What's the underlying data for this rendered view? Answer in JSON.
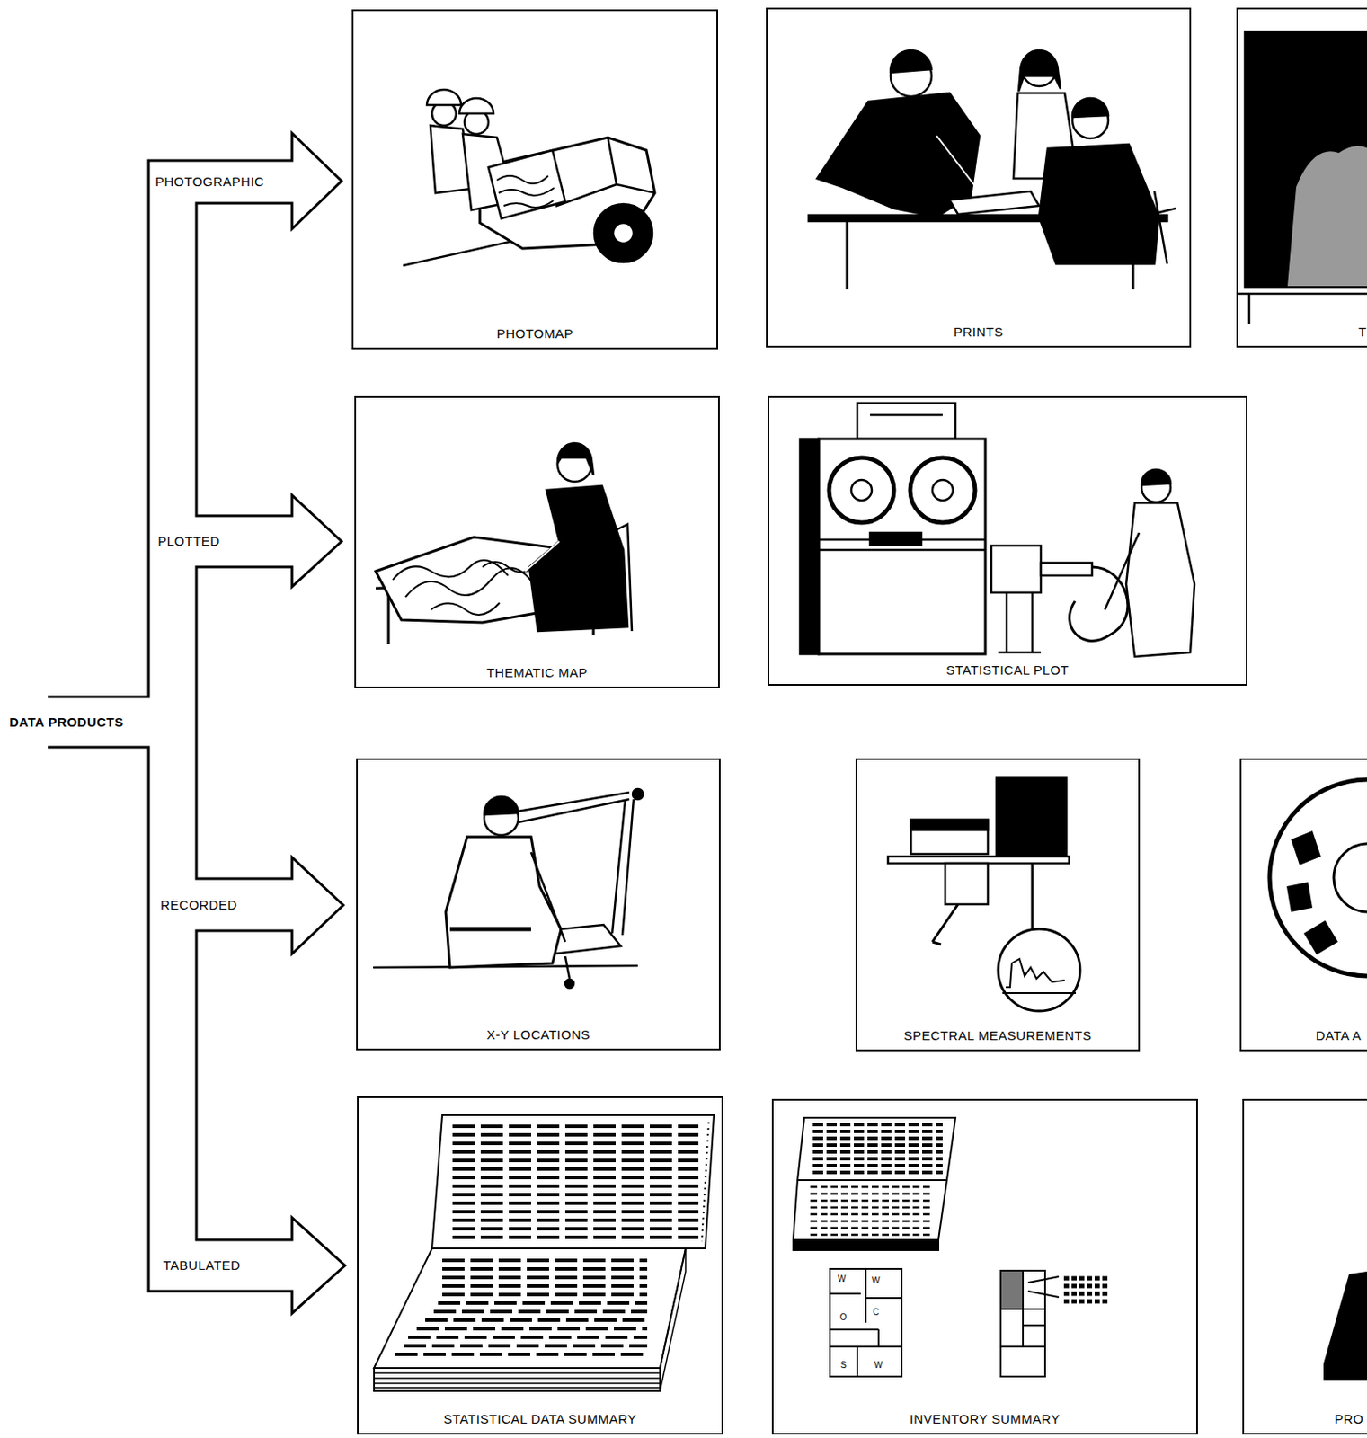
{
  "diagram": {
    "nodes": [
      {
        "text": [
          "PHOTOMAP"
        ]
      },
      {
        "text": [
          "PRINTS"
        ]
      },
      {
        "text": [
          "T"
        ]
      },
      {
        "text": [
          "THEMATIC MAP"
        ]
      },
      {
        "text": [
          "STATISTICAL PLOT"
        ]
      },
      {
        "text": [
          "X-Y LOCATIONS"
        ]
      },
      {
        "text": [
          "SPECTRAL MEASUREMENTS"
        ]
      },
      {
        "text": [
          "DATA A"
        ]
      },
      {
        "text": [
          "STATISTICAL DATA SUMMARY"
        ]
      },
      {
        "text": [
          "INVENTORY SUMMARY"
        ]
      },
      {
        "text": [
          "PRO"
        ]
      }
    ],
    "labels": [
      "DATA PRODUCTS",
      "PHOTOGRAPHIC",
      "PLOTTED",
      "RECORDED",
      "TABULATED",
      "W",
      "W",
      "O",
      "C",
      "S",
      "W"
    ]
  }
}
